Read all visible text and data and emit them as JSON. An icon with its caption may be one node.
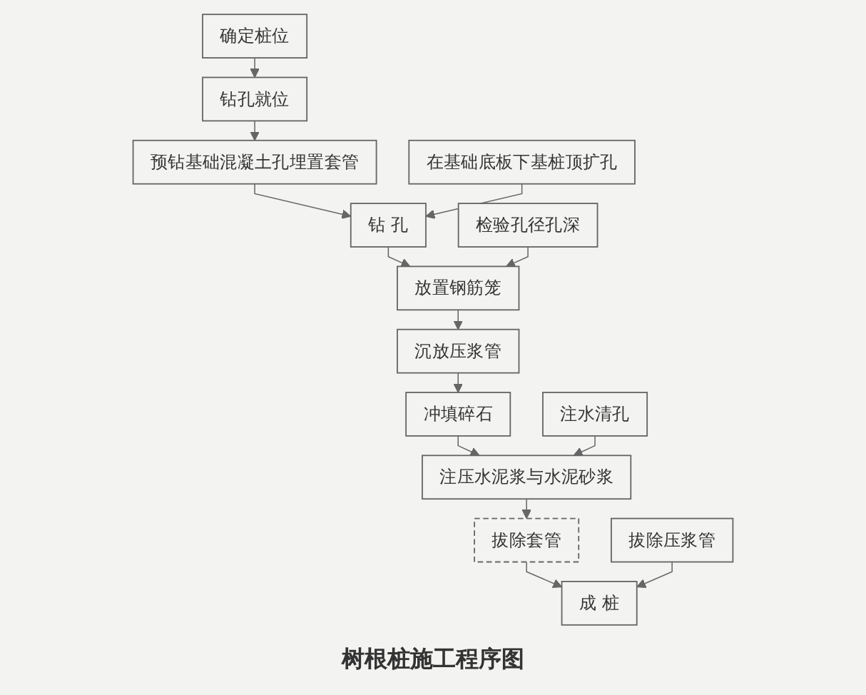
{
  "diagram": {
    "caption": "树根桩施工程序图",
    "nodes": [
      {
        "text": [
          "确定桩位"
        ]
      },
      {
        "text": [
          "钻孔就位"
        ]
      },
      {
        "text": [
          "预钻基础混凝土孔埋置套管"
        ]
      },
      {
        "text": [
          "钻 孔"
        ]
      },
      {
        "text": [
          "放置钢筋笼"
        ]
      },
      {
        "text": [
          "沉放压浆管"
        ]
      },
      {
        "text": [
          "冲填碎石"
        ]
      },
      {
        "text": [
          "注压水泥浆与水泥砂浆"
        ]
      },
      {
        "text": [
          "拔除套管"
        ]
      },
      {
        "text": [
          "成 桩"
        ]
      },
      {
        "text": [
          "检验孔径孔深"
        ]
      },
      {
        "text": [
          "在基础底板下基桩顶扩孔"
        ]
      },
      {
        "text": [
          "注水清孔"
        ]
      },
      {
        "text": [
          "拔除压浆管"
        ]
      }
    ],
    "edges": [
      {
        "from": 0,
        "to": 1,
        "arrow": "to"
      },
      {
        "from": 1,
        "to": 2,
        "arrow": "to"
      },
      {
        "from": 2,
        "to": 3,
        "arrow": "to"
      },
      {
        "from": 3,
        "to": 4,
        "arrow": "to"
      },
      {
        "from": 4,
        "to": 5,
        "arrow": "to"
      },
      {
        "from": 5,
        "to": 6,
        "arrow": "to"
      },
      {
        "from": 6,
        "to": 7,
        "arrow": "to"
      },
      {
        "from": 7,
        "to": 8,
        "arrow": "to"
      },
      {
        "from": 8,
        "to": 9,
        "arrow": "to"
      },
      {
        "from": 10,
        "to": 4,
        "arrow": "to"
      },
      {
        "from": 11,
        "to": 3,
        "arrow": "to"
      },
      {
        "from": 12,
        "to": 7,
        "arrow": "to"
      },
      {
        "from": 13,
        "to": 9,
        "arrow": "to"
      }
    ]
  }
}
